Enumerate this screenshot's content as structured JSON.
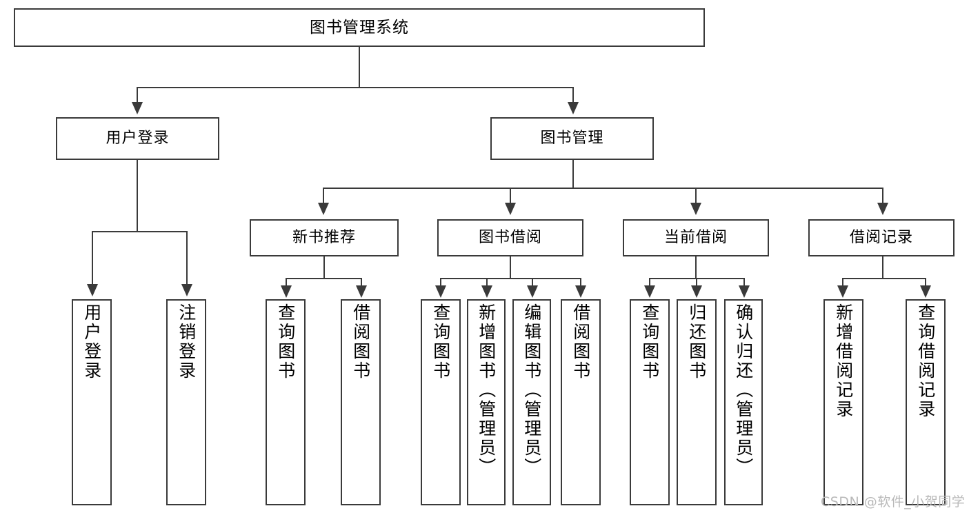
{
  "diagram": {
    "title": "图书管理系统",
    "type": "tree-hierarchy-flowchart",
    "colors": {
      "box_border": "#3a3a3a",
      "box_fill": "#ffffff",
      "connector": "#3a3a3a",
      "text": "#000000",
      "watermark": "#b9b9b9",
      "background": "#ffffff"
    },
    "root": {
      "label": "图书管理系统"
    },
    "level2": [
      {
        "label": "用户登录"
      },
      {
        "label": "图书管理"
      }
    ],
    "level3": [
      {
        "label": "新书推荐"
      },
      {
        "label": "图书借阅"
      },
      {
        "label": "当前借阅"
      },
      {
        "label": "借阅记录"
      }
    ],
    "leaves": {
      "user_login": [
        {
          "label": "用户登录"
        },
        {
          "label": "注销登录"
        }
      ],
      "new_book_recommend": [
        {
          "label": "查询图书"
        },
        {
          "label": "借阅图书"
        }
      ],
      "book_borrow": [
        {
          "label": "查询图书"
        },
        {
          "label": "新增图书（管理员）"
        },
        {
          "label": "编辑图书（管理员）"
        },
        {
          "label": "借阅图书"
        }
      ],
      "current_borrow": [
        {
          "label": "查询图书"
        },
        {
          "label": "归还图书"
        },
        {
          "label": "确认归还（管理员）"
        }
      ],
      "borrow_record": [
        {
          "label": "新增借阅记录"
        },
        {
          "label": "查询借阅记录"
        }
      ]
    }
  },
  "watermark": {
    "text": "CSDN @软件_小贺同学"
  }
}
